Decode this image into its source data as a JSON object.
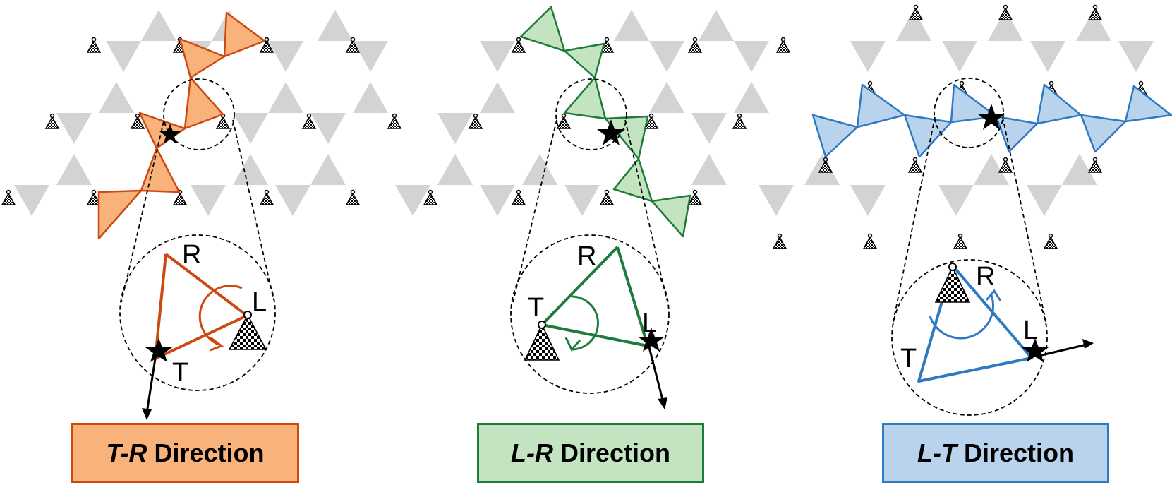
{
  "colors": {
    "lattice_gray": "#d3d3d3",
    "panel_a_fill": "#f8b27a",
    "panel_a_stroke": "#cc4a12",
    "panel_b_fill": "#c4e4c1",
    "panel_b_stroke": "#1e7b3a",
    "panel_c_fill": "#b9d3ec",
    "panel_c_stroke": "#2f79c2"
  },
  "panels": [
    {
      "id": "tr",
      "direction_prefix": "T-R",
      "direction_word": "Direction",
      "vertex_labels": {
        "top": "R",
        "right": "L",
        "bottom": "T"
      }
    },
    {
      "id": "lr",
      "direction_prefix": "L-R",
      "direction_word": "Direction",
      "vertex_labels": {
        "top": "R",
        "right": "L",
        "left": "T"
      }
    },
    {
      "id": "lt",
      "direction_prefix": "L-T",
      "direction_word": "Direction",
      "vertex_labels": {
        "top": "R",
        "right": "L",
        "left": "T"
      }
    }
  ]
}
